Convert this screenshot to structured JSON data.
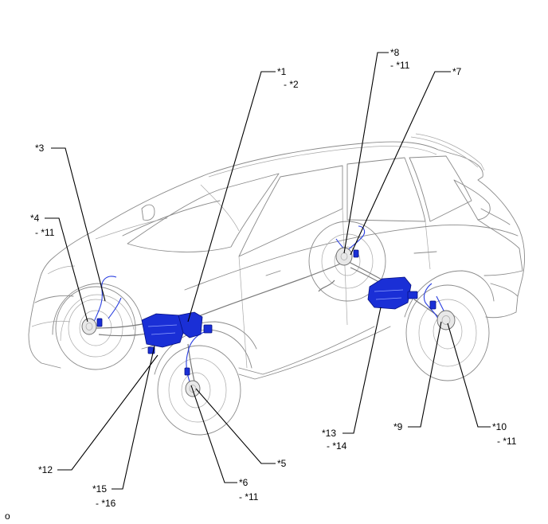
{
  "labels": {
    "c1": "*1",
    "c2": "- *2",
    "c3": "*3",
    "c4": "*4",
    "c4b": "- *11",
    "c5": "*5",
    "c6": "*6",
    "c6b": "- *11",
    "c7": "*7",
    "c8": "*8",
    "c8b": "- *11",
    "c9": "*9",
    "c10": "*10",
    "c10b": "- *11",
    "c12": "*12",
    "c13": "*13",
    "c13b": "- *14",
    "c15": "*15",
    "c15b": "- *16",
    "corner": "o"
  },
  "colors": {
    "highlight_parts": "#1a2fd6",
    "vehicle_outline": "#8a8a8a",
    "leader_lines": "#000000"
  }
}
